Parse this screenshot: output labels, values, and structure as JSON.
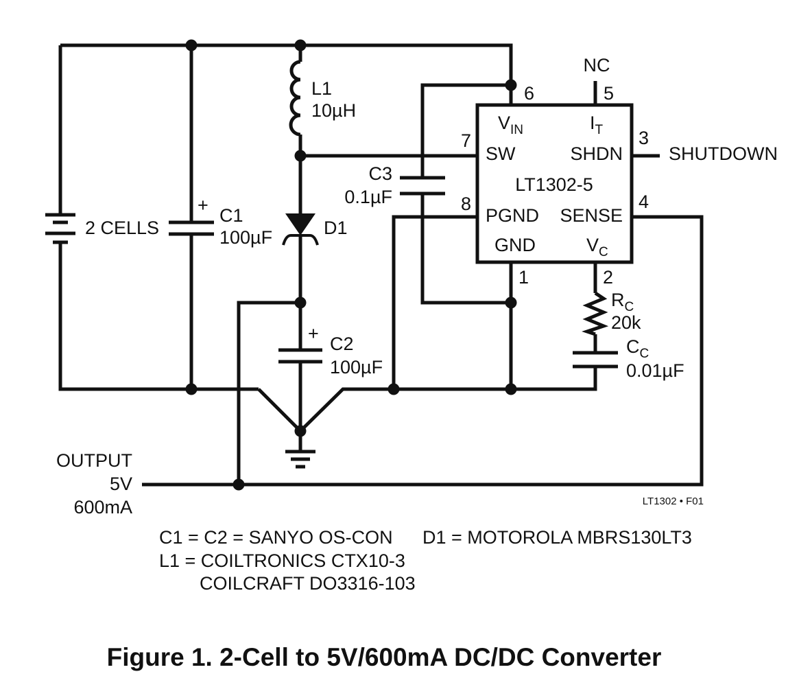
{
  "ic": {
    "name": "LT1302-5",
    "pins": {
      "vin": {
        "name": "V",
        "sub": "IN",
        "num": "6"
      },
      "it": {
        "name": "I",
        "sub": "T",
        "num": "5"
      },
      "sw": {
        "name": "SW",
        "num": "7"
      },
      "shdn": {
        "name": "SHDN",
        "num": "3"
      },
      "pgnd": {
        "name": "PGND",
        "num": "8"
      },
      "sense": {
        "name": "SENSE",
        "num": "4"
      },
      "gnd": {
        "name": "GND",
        "num": "1"
      },
      "vc": {
        "name": "V",
        "sub": "C",
        "num": "2"
      }
    }
  },
  "nc_label": "NC",
  "shutdown_label": "SHUTDOWN",
  "battery": {
    "label": "2 CELLS"
  },
  "components": {
    "c1": {
      "name": "C1",
      "value": "100µF",
      "polarity": "+"
    },
    "c2": {
      "name": "C2",
      "value": "100µF",
      "polarity": "+"
    },
    "c3": {
      "name": "C3",
      "value": "0.1µF"
    },
    "l1": {
      "name": "L1",
      "value": "10µH"
    },
    "d1": {
      "name": "D1"
    },
    "rc": {
      "name": "R",
      "sub": "C",
      "value": "20k"
    },
    "cc": {
      "name": "C",
      "sub": "C",
      "value": "0.01µF"
    }
  },
  "output": {
    "line1": "OUTPUT",
    "line2": "5V",
    "line3": "600mA"
  },
  "figure_id": "LT1302 • F01",
  "notes": {
    "line1": "C1 = C2 = SANYO OS-CON",
    "line2": "L1 = COILTRONICS CTX10-3",
    "line3": "COILCRAFT DO3316-103",
    "line4": "D1 = MOTOROLA MBRS130LT3"
  },
  "caption": "Figure 1. 2-Cell to 5V/600mA DC/DC Converter"
}
